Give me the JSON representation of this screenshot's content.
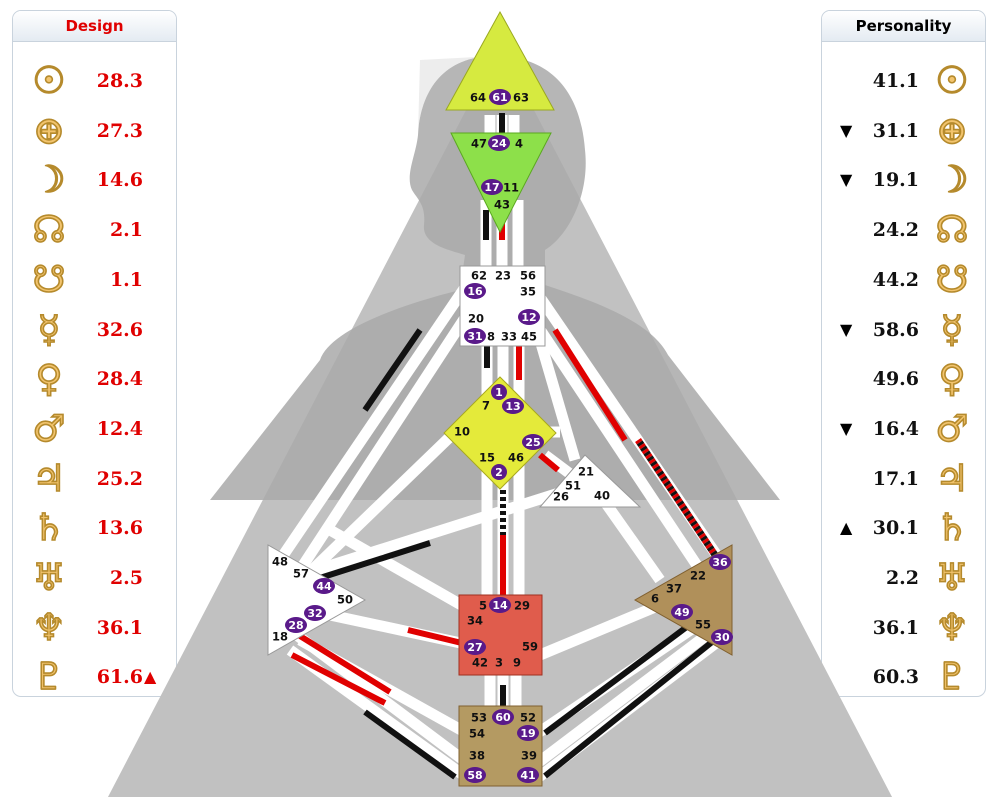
{
  "design": {
    "title": "Design",
    "rows": [
      {
        "planet": "Sun",
        "glyph": "☉",
        "value": "28.3",
        "mark": ""
      },
      {
        "planet": "Earth",
        "glyph": "⊕",
        "value": "27.3",
        "mark": ""
      },
      {
        "planet": "Moon",
        "glyph": "☽",
        "value": "14.6",
        "mark": ""
      },
      {
        "planet": "North Node",
        "glyph": "☊",
        "value": "2.1",
        "mark": ""
      },
      {
        "planet": "South Node",
        "glyph": "☋",
        "value": "1.1",
        "mark": ""
      },
      {
        "planet": "Mercury",
        "glyph": "☿",
        "value": "32.6",
        "mark": ""
      },
      {
        "planet": "Venus",
        "glyph": "♀",
        "value": "28.4",
        "mark": ""
      },
      {
        "planet": "Mars",
        "glyph": "♂",
        "value": "12.4",
        "mark": ""
      },
      {
        "planet": "Jupiter",
        "glyph": "♃",
        "value": "25.2",
        "mark": ""
      },
      {
        "planet": "Saturn",
        "glyph": "♄",
        "value": "13.6",
        "mark": ""
      },
      {
        "planet": "Uranus",
        "glyph": "♅",
        "value": "2.5",
        "mark": ""
      },
      {
        "planet": "Neptune",
        "glyph": "♆",
        "value": "36.1",
        "mark": ""
      },
      {
        "planet": "Pluto",
        "glyph": "♇",
        "value": "61.6",
        "mark": "▲"
      }
    ]
  },
  "personality": {
    "title": "Personality",
    "rows": [
      {
        "planet": "Sun",
        "glyph": "☉",
        "value": "41.1",
        "mark": ""
      },
      {
        "planet": "Earth",
        "glyph": "⊕",
        "value": "31.1",
        "mark": "▼"
      },
      {
        "planet": "Moon",
        "glyph": "☽",
        "value": "19.1",
        "mark": "▼"
      },
      {
        "planet": "North Node",
        "glyph": "☊",
        "value": "24.2",
        "mark": ""
      },
      {
        "planet": "South Node",
        "glyph": "☋",
        "value": "44.2",
        "mark": ""
      },
      {
        "planet": "Mercury",
        "glyph": "☿",
        "value": "58.6",
        "mark": "▼"
      },
      {
        "planet": "Venus",
        "glyph": "♀",
        "value": "49.6",
        "mark": ""
      },
      {
        "planet": "Mars",
        "glyph": "♂",
        "value": "16.4",
        "mark": "▼"
      },
      {
        "planet": "Jupiter",
        "glyph": "♃",
        "value": "17.1",
        "mark": ""
      },
      {
        "planet": "Saturn",
        "glyph": "♄",
        "value": "30.1",
        "mark": "▲"
      },
      {
        "planet": "Uranus",
        "glyph": "♅",
        "value": "2.2",
        "mark": ""
      },
      {
        "planet": "Neptune",
        "glyph": "♆",
        "value": "36.1",
        "mark": ""
      },
      {
        "planet": "Pluto",
        "glyph": "♇",
        "value": "60.3",
        "mark": ""
      }
    ]
  },
  "colors": {
    "design_accent": "#e00000",
    "personality_accent": "#000000",
    "head_center": "#d8ea3a",
    "ajna_center": "#8fe04a",
    "g_center": "#e4ea3a",
    "sacral_center": "#e06050",
    "spleen_center": "#b0905a",
    "root_center": "#b49a62",
    "gate_badge": "#5a1a8a"
  },
  "bodygraph": {
    "gates": {
      "head": [
        "64",
        "61",
        "63"
      ],
      "ajna": [
        "47",
        "24",
        "4",
        "17",
        "11",
        "43"
      ],
      "throat": [
        "62",
        "23",
        "56",
        "16",
        "35",
        "20",
        "12",
        "31",
        "8",
        "33",
        "45"
      ],
      "g": [
        "1",
        "7",
        "13",
        "10",
        "25",
        "15",
        "46",
        "2"
      ],
      "heart": [
        "21",
        "51",
        "26",
        "40"
      ],
      "spleen": [
        "48",
        "57",
        "44",
        "50",
        "32",
        "28",
        "18"
      ],
      "solar_plexus": [
        "36",
        "22",
        "37",
        "6",
        "49",
        "55",
        "30"
      ],
      "sacral": [
        "5",
        "14",
        "29",
        "34",
        "27",
        "59",
        "42",
        "3",
        "9"
      ],
      "root": [
        "53",
        "60",
        "52",
        "54",
        "19",
        "38",
        "39",
        "58",
        "41"
      ]
    }
  }
}
